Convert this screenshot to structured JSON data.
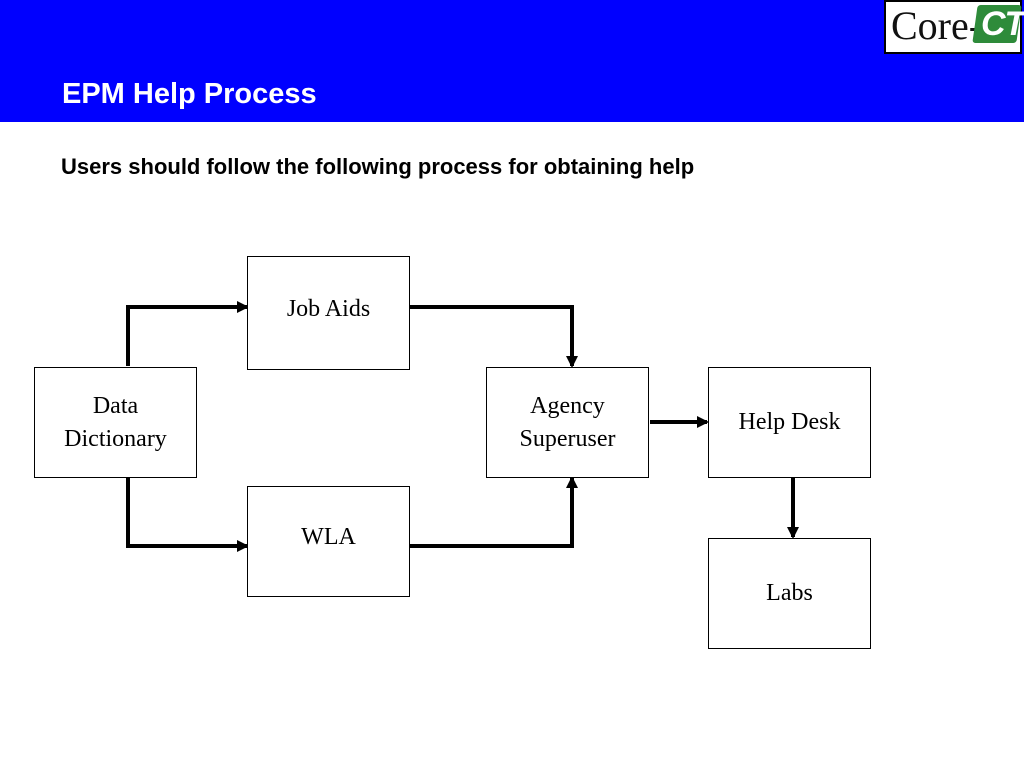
{
  "header": {
    "title": "EPM Help Process",
    "logo_text": "Core-CT",
    "banner_color": "#0000ff"
  },
  "subtitle": "Users should follow the following process for obtaining help",
  "diagram": {
    "nodes": {
      "data_dictionary": {
        "line1": "Data",
        "line2": "Dictionary"
      },
      "job_aids": {
        "label": "Job Aids"
      },
      "wla": {
        "label": "WLA"
      },
      "agency_superuser": {
        "line1": "Agency",
        "line2": "Superuser"
      },
      "help_desk": {
        "label": "Help Desk"
      },
      "labs": {
        "label": "Labs"
      }
    },
    "edges": [
      {
        "from": "Data Dictionary",
        "to": "Job Aids"
      },
      {
        "from": "Data Dictionary",
        "to": "WLA"
      },
      {
        "from": "Job Aids",
        "to": "Agency Superuser"
      },
      {
        "from": "WLA",
        "to": "Agency Superuser"
      },
      {
        "from": "Agency Superuser",
        "to": "Help Desk"
      },
      {
        "from": "Help Desk",
        "to": "Labs"
      }
    ]
  }
}
